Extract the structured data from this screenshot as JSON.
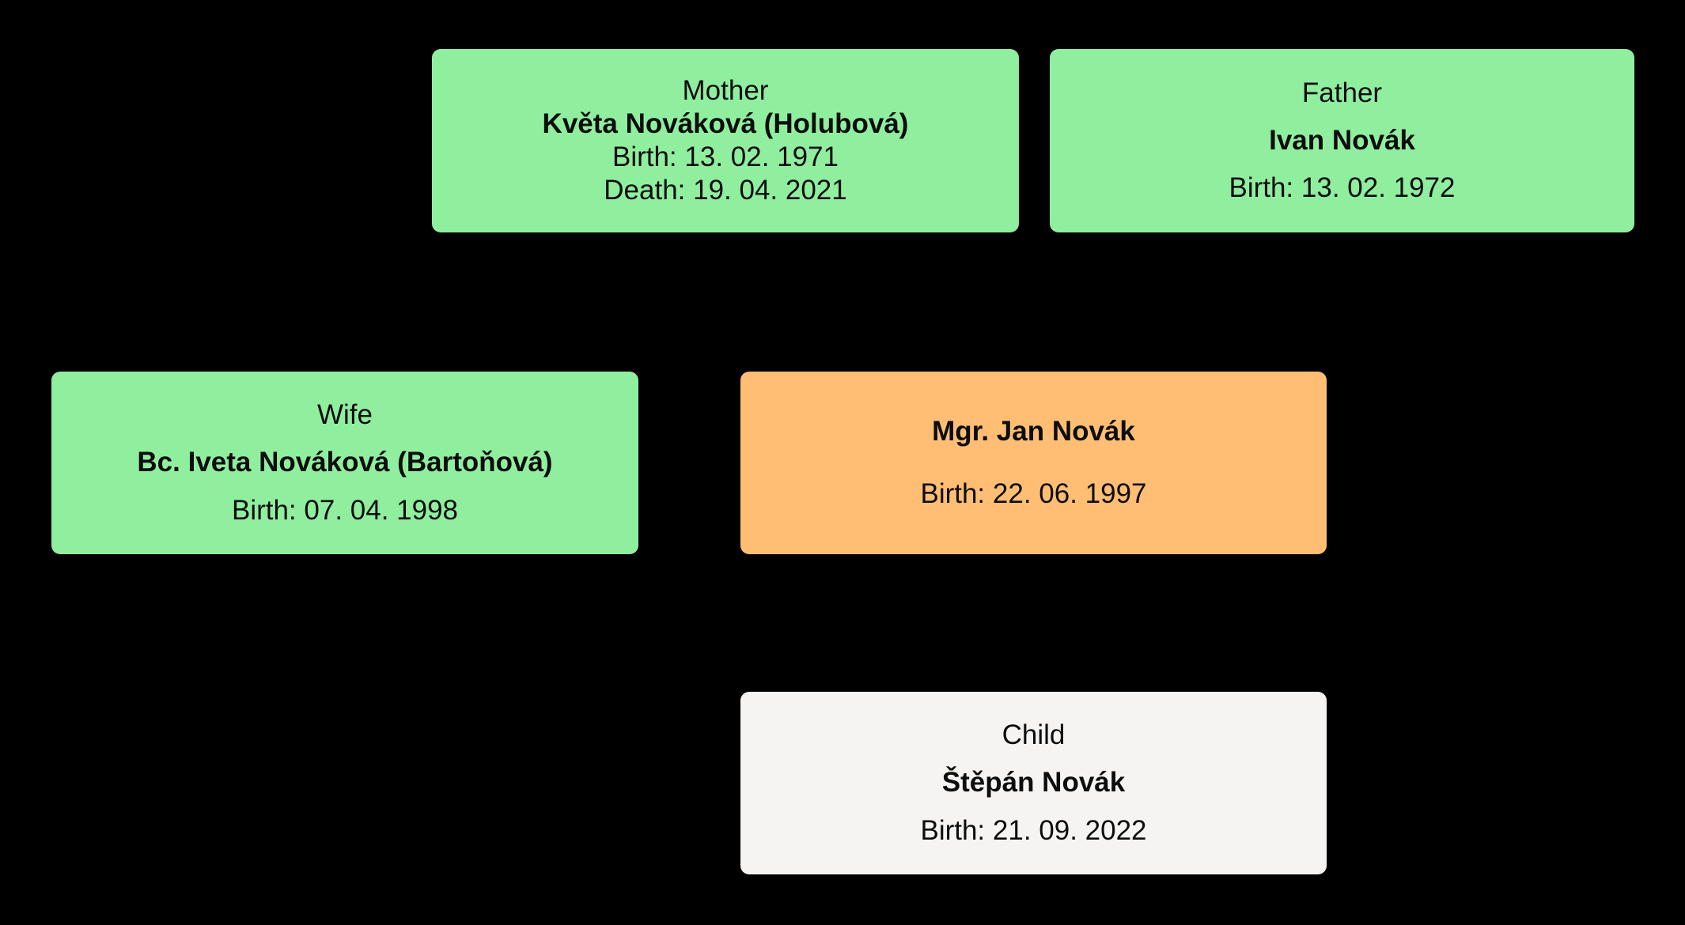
{
  "diagram": {
    "kind": "family-tree",
    "background_color": "#000000",
    "text_color": "#0d0d0d",
    "colors": {
      "relative_green": "#90EE9F",
      "focus_orange": "#FFBE73",
      "child_white": "#F5F4F3"
    }
  },
  "cards": {
    "mother": {
      "role": "Mother",
      "name": "Květa Nováková (Holubová)",
      "birth": "Birth: 13. 02. 1971",
      "death": "Death: 19. 04. 2021"
    },
    "father": {
      "role": "Father",
      "name": "Ivan Novák",
      "birth": "Birth: 13. 02. 1972"
    },
    "wife": {
      "role": "Wife",
      "name": "Bc. Iveta Nováková (Bartoňová)",
      "birth": "Birth: 07. 04. 1998"
    },
    "focus": {
      "name": "Mgr. Jan Novák",
      "birth": "Birth: 22. 06. 1997"
    },
    "child": {
      "role": "Child",
      "name": "Štěpán Novák",
      "birth": "Birth: 21. 09. 2022"
    }
  }
}
